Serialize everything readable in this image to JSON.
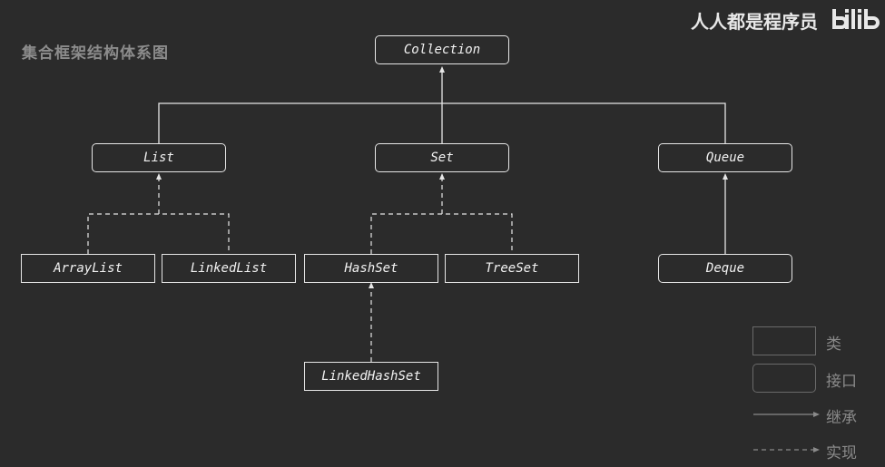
{
  "title": "集合框架结构体系图",
  "watermark": {
    "text": "人人都是程序员",
    "logo": "bilibili"
  },
  "nodes": {
    "collection": "Collection",
    "list": "List",
    "set": "Set",
    "queue": "Queue",
    "arraylist": "ArrayList",
    "linkedlist": "LinkedList",
    "hashset": "HashSet",
    "treeset": "TreeSet",
    "deque": "Deque",
    "linkedhashset": "LinkedHashSet"
  },
  "legend": {
    "class": "类",
    "interface": "接口",
    "inherit": "继承",
    "implement": "实现"
  },
  "colors": {
    "background": "#2b2b2b",
    "line": "#e6e6e6",
    "legend": "#8a8a8a"
  }
}
